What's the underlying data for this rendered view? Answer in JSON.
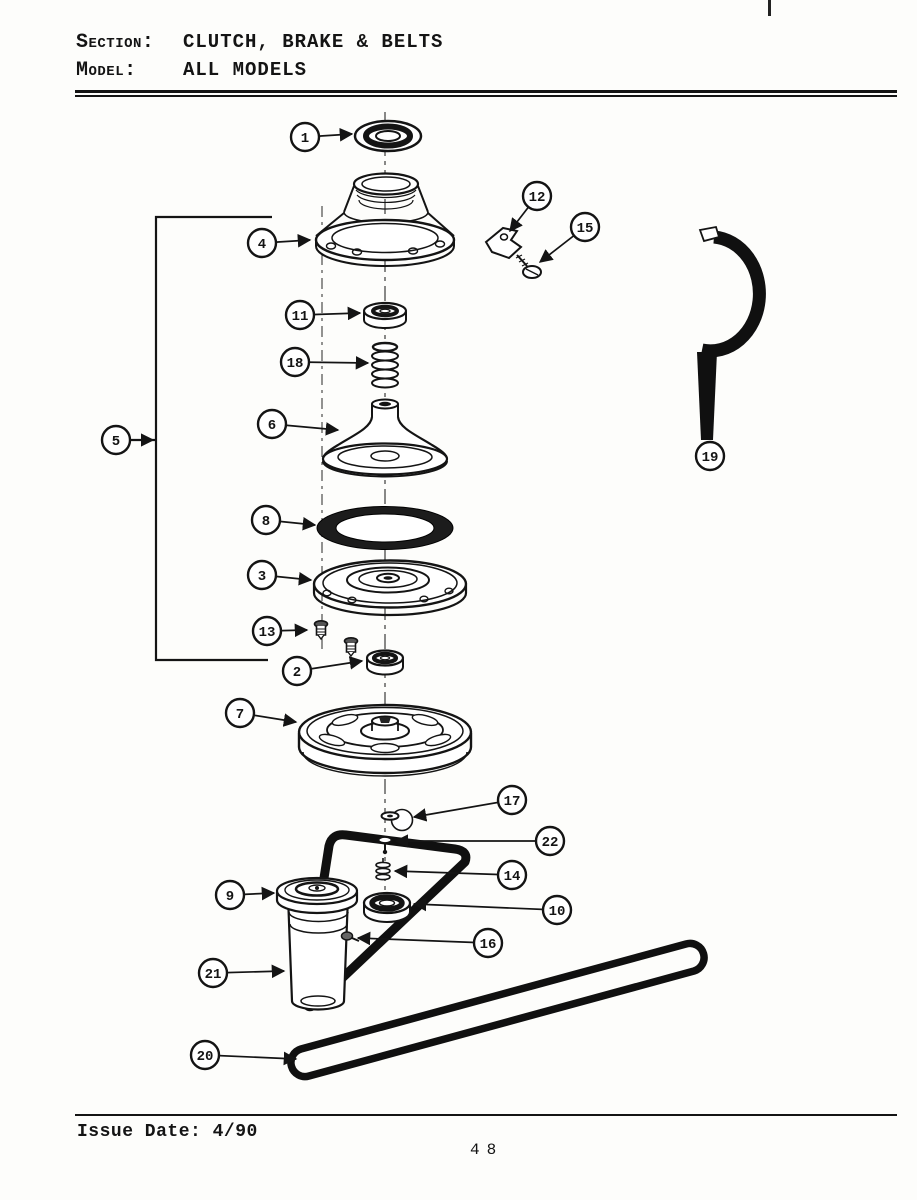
{
  "header": {
    "section_label": "Section:",
    "section_value": "CLUTCH, BRAKE & BELTS",
    "model_label": "Model:",
    "model_value": "ALL MODELS"
  },
  "footer": {
    "issue_date": "Issue Date: 4/90",
    "page_number": "48"
  },
  "diagram": {
    "callouts": [
      "1",
      "4",
      "12",
      "15",
      "11",
      "18",
      "5",
      "6",
      "8",
      "3",
      "13",
      "2",
      "7",
      "17",
      "22",
      "14",
      "10",
      "9",
      "16",
      "21",
      "20",
      "19"
    ]
  }
}
